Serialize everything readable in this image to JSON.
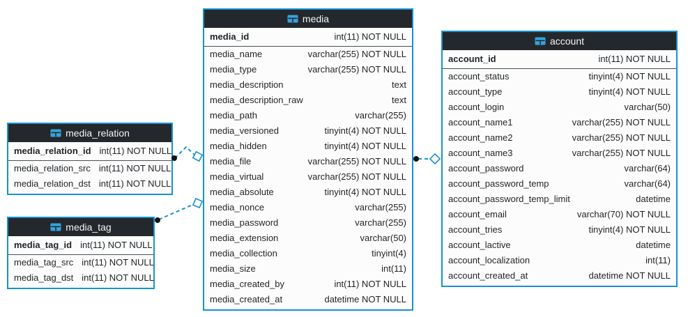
{
  "diagram": {
    "colors": {
      "table_border": "#1691d2",
      "header_bg": "#24272b",
      "header_text": "#f4f5f6",
      "row_bg": "#fcfcfc",
      "row_text": "#1f2326",
      "separator": "#4a4f54",
      "connector": "#1691d2",
      "connector_dot": "#141414",
      "icon_blue": "#36a2db"
    },
    "tables": [
      {
        "name": "media_relation",
        "icon": "table-icon",
        "primary_key": {
          "name": "media_relation_id",
          "type": "int(11) NOT NULL"
        },
        "fields": [
          {
            "name": "media_relation_src",
            "type": "int(11) NOT NULL"
          },
          {
            "name": "media_relation_dst",
            "type": "int(11) NOT NULL"
          }
        ]
      },
      {
        "name": "media_tag",
        "icon": "table-icon",
        "primary_key": {
          "name": "media_tag_id",
          "type": "int(11) NOT NULL"
        },
        "fields": [
          {
            "name": "media_tag_src",
            "type": "int(11) NOT NULL"
          },
          {
            "name": "media_tag_dst",
            "type": "int(11) NOT NULL"
          }
        ]
      },
      {
        "name": "media",
        "icon": "table-icon",
        "primary_key": {
          "name": "media_id",
          "type": "int(11) NOT NULL"
        },
        "fields": [
          {
            "name": "media_name",
            "type": "varchar(255) NOT NULL"
          },
          {
            "name": "media_type",
            "type": "varchar(255) NOT NULL"
          },
          {
            "name": "media_description",
            "type": "text"
          },
          {
            "name": "media_description_raw",
            "type": "text"
          },
          {
            "name": "media_path",
            "type": "varchar(255)"
          },
          {
            "name": "media_versioned",
            "type": "tinyint(4) NOT NULL"
          },
          {
            "name": "media_hidden",
            "type": "tinyint(4) NOT NULL"
          },
          {
            "name": "media_file",
            "type": "varchar(255) NOT NULL"
          },
          {
            "name": "media_virtual",
            "type": "varchar(255) NOT NULL"
          },
          {
            "name": "media_absolute",
            "type": "tinyint(4) NOT NULL"
          },
          {
            "name": "media_nonce",
            "type": "varchar(255)"
          },
          {
            "name": "media_password",
            "type": "varchar(255)"
          },
          {
            "name": "media_extension",
            "type": "varchar(50)"
          },
          {
            "name": "media_collection",
            "type": "tinyint(4)"
          },
          {
            "name": "media_size",
            "type": "int(11)"
          },
          {
            "name": "media_created_by",
            "type": "int(11) NOT NULL"
          },
          {
            "name": "media_created_at",
            "type": "datetime NOT NULL"
          }
        ]
      },
      {
        "name": "account",
        "icon": "table-icon",
        "primary_key": {
          "name": "account_id",
          "type": "int(11) NOT NULL"
        },
        "fields": [
          {
            "name": "account_status",
            "type": "tinyint(4) NOT NULL"
          },
          {
            "name": "account_type",
            "type": "tinyint(4) NOT NULL"
          },
          {
            "name": "account_login",
            "type": "varchar(50)"
          },
          {
            "name": "account_name1",
            "type": "varchar(255) NOT NULL"
          },
          {
            "name": "account_name2",
            "type": "varchar(255) NOT NULL"
          },
          {
            "name": "account_name3",
            "type": "varchar(255) NOT NULL"
          },
          {
            "name": "account_password",
            "type": "varchar(64)"
          },
          {
            "name": "account_password_temp",
            "type": "varchar(64)"
          },
          {
            "name": "account_password_temp_limit",
            "type": "datetime"
          },
          {
            "name": "account_email",
            "type": "varchar(70) NOT NULL"
          },
          {
            "name": "account_tries",
            "type": "tinyint(4) NOT NULL"
          },
          {
            "name": "account_lactive",
            "type": "datetime"
          },
          {
            "name": "account_localization",
            "type": "int(11)"
          },
          {
            "name": "account_created_at",
            "type": "datetime NOT NULL"
          }
        ]
      }
    ],
    "relations": [
      {
        "from": "media_relation",
        "to": "media"
      },
      {
        "from": "media_tag",
        "to": "media"
      },
      {
        "from": "media",
        "to": "account"
      }
    ]
  }
}
